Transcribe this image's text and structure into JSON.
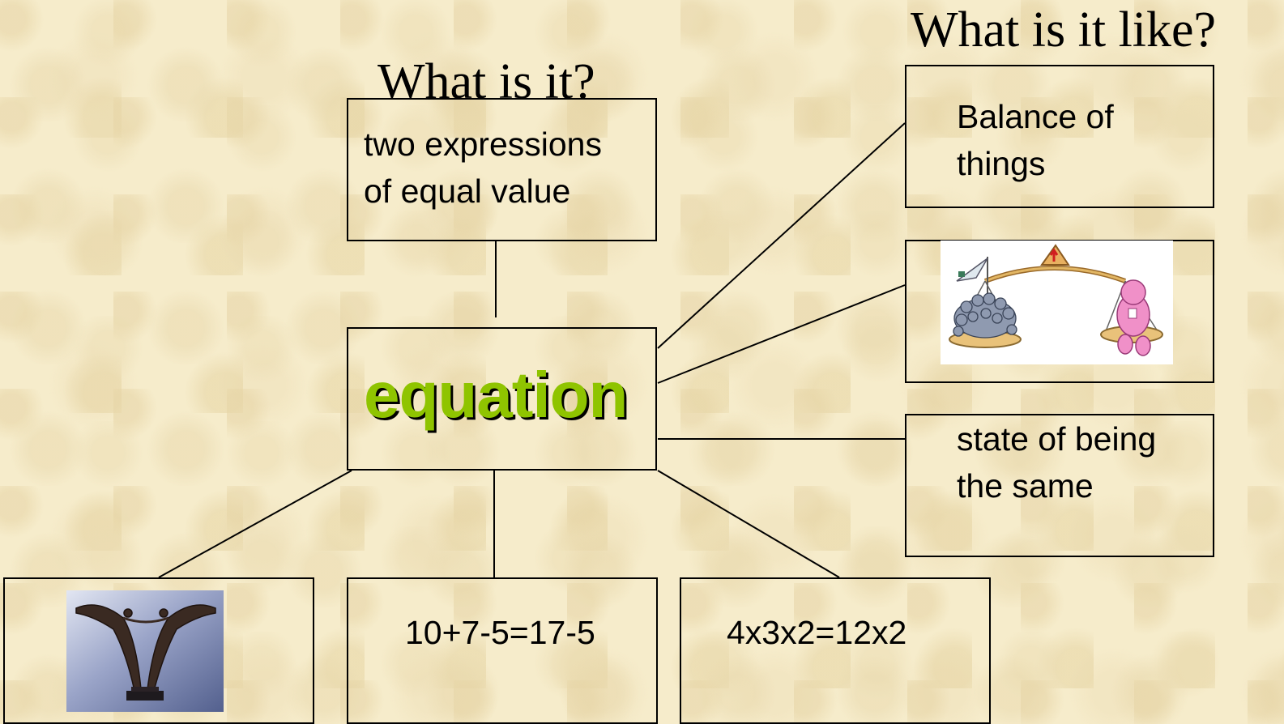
{
  "headings": {
    "what_is_it": "What is it?",
    "what_is_it_like": "What is it like?"
  },
  "center": {
    "word": "equation",
    "word_color": "#8fc400"
  },
  "definition": {
    "line1": "two expressions",
    "line2": "of equal value"
  },
  "like": {
    "balance": {
      "line1": "Balance of",
      "line2": "things"
    },
    "same": {
      "line1": "state of being",
      "line2": "the same"
    },
    "scale_picture_icon": "balance-scale-icon"
  },
  "examples": {
    "statue_picture_icon": "balancing-figures-statue-icon",
    "example1": "10+7-5=17-5",
    "example2": "4x3x2=12x2"
  },
  "colors": {
    "background": "#f6eccb",
    "lines": "#000000"
  }
}
